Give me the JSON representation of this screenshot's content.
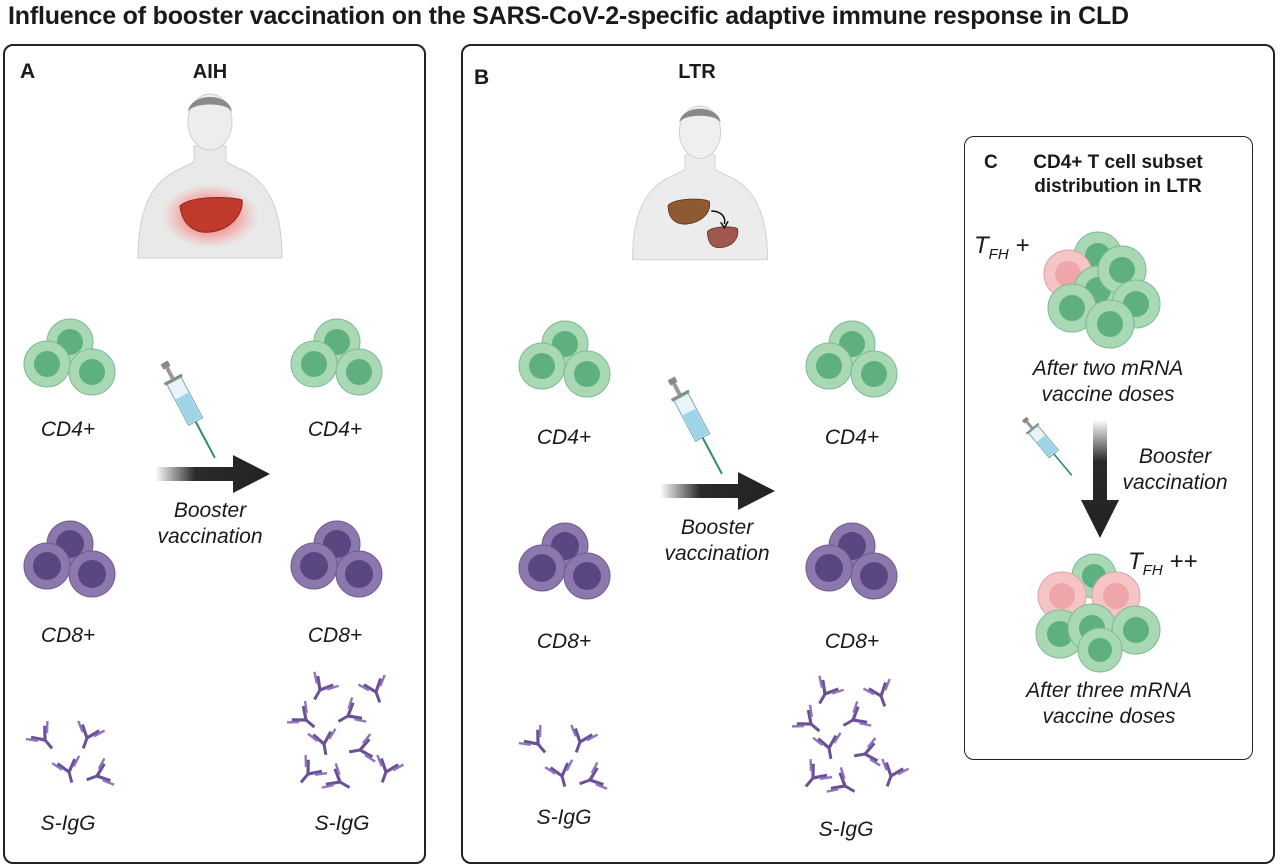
{
  "title": "Influence of booster vaccination on the SARS-CoV-2-specific adaptive immune response in CLD",
  "panel_a": {
    "letter": "A",
    "title": "AIH",
    "before": {
      "cd4": "CD4+",
      "cd8": "CD8+",
      "igg": "S-IgG"
    },
    "after": {
      "cd4": "CD4+",
      "cd8": "CD8+",
      "igg": "S-IgG"
    },
    "arrow_label_1": "Booster",
    "arrow_label_2": "vaccination"
  },
  "panel_b": {
    "letter": "B",
    "title": "LTR",
    "before": {
      "cd4": "CD4+",
      "cd8": "CD8+",
      "igg": "S-IgG"
    },
    "after": {
      "cd4": "CD4+",
      "cd8": "CD8+",
      "igg": "S-IgG"
    },
    "arrow_label_1": "Booster",
    "arrow_label_2": "vaccination"
  },
  "panel_c": {
    "letter": "C",
    "title_1": "CD4+ T cell subset",
    "title_2": "distribution in LTR",
    "tfh_main": "T",
    "tfh_sub": "FH",
    "tfh_plus_one": "+",
    "tfh_plus_two": "++",
    "two_doses_1": "After two mRNA",
    "two_doses_2": "vaccine doses",
    "booster_1": "Booster",
    "booster_2": "vaccination",
    "three_doses_1": "After three mRNA",
    "three_doses_2": "vaccine doses"
  },
  "colors": {
    "cd4_outer": "#a8d9b4",
    "cd4_inner": "#5fb07f",
    "cd8_outer": "#8d78ad",
    "cd8_inner": "#5a4680",
    "tfh_outer": "#f5c4c4",
    "tfh_inner": "#eea6aa",
    "antibody": "#7a5ea8",
    "liver": "#b5443c",
    "glow": "#ff3a3a",
    "border": "#222222"
  }
}
